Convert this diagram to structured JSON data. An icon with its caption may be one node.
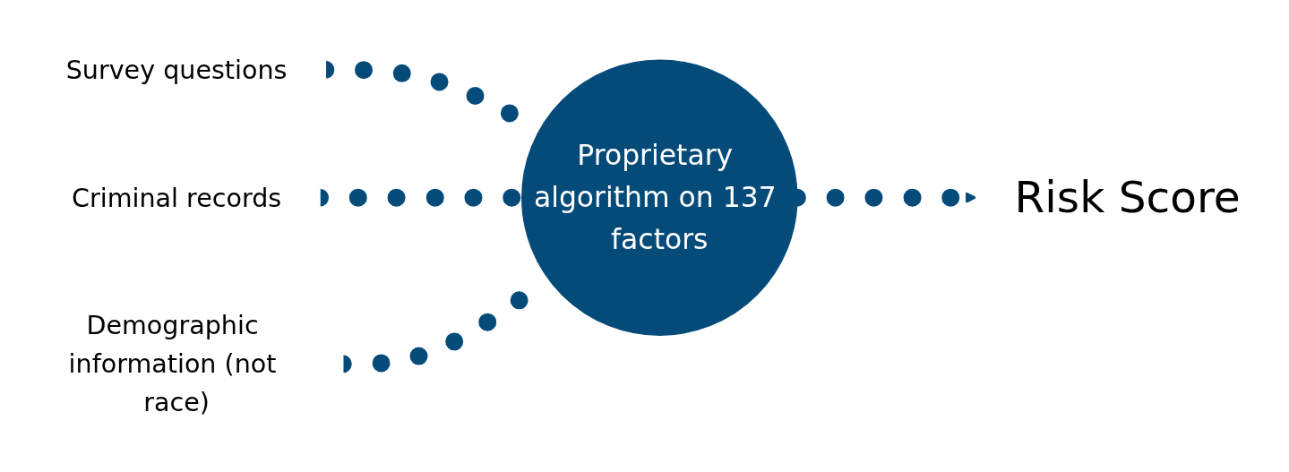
{
  "diagram": {
    "nodes": [
      {
        "text": [
          "Survey questions"
        ]
      },
      {
        "text": [
          "Criminal records"
        ]
      },
      {
        "text": [
          "Demographic information (not race)"
        ]
      },
      {
        "text": [
          "Proprietary algorithm on 137 factors"
        ]
      },
      {
        "text": [
          "Risk Score"
        ]
      }
    ],
    "edges": [
      {
        "from": 0,
        "to": 3,
        "arrow": "none",
        "style": "dashed"
      },
      {
        "from": 1,
        "to": 3,
        "arrow": "none",
        "style": "dashed"
      },
      {
        "from": 2,
        "to": 3,
        "arrow": "none",
        "style": "dashed"
      },
      {
        "from": 3,
        "to": 4,
        "arrow": "to",
        "style": "dashed"
      }
    ]
  }
}
